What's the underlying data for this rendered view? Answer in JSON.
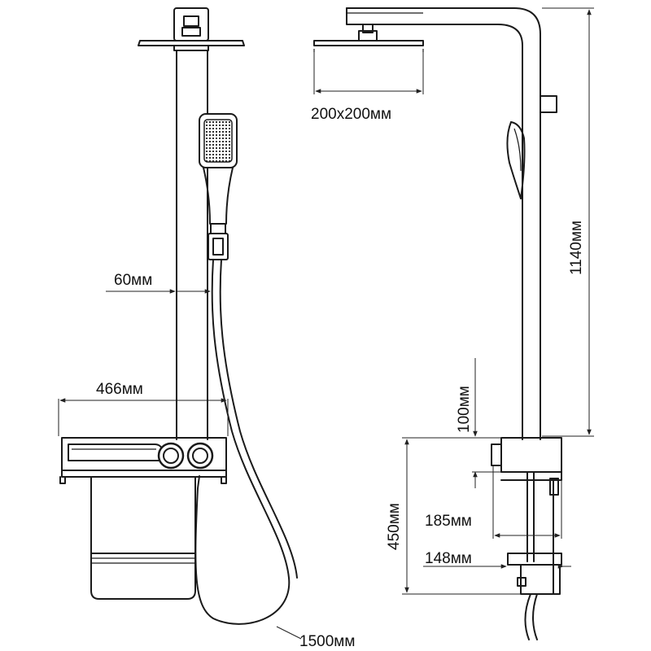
{
  "dimensions": {
    "rain_head": "200x200мм",
    "pipe_diameter": "60мм",
    "shelf_width": "466мм",
    "hose_length": "1500мм",
    "total_height": "1140мм",
    "spout_height": "100мм",
    "mixer_height": "450мм",
    "projection_outer": "185мм",
    "projection_inner": "148мм"
  }
}
